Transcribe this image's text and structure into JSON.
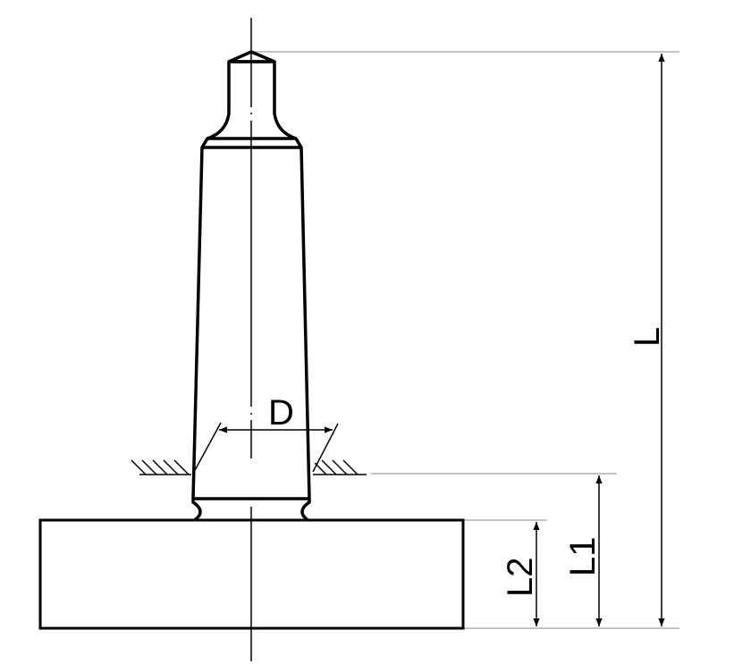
{
  "drawing": {
    "labels": {
      "D": "D",
      "L": "L",
      "L1": "L1",
      "L2": "L2"
    },
    "colors": {
      "outline": "#000000",
      "extension": "#a0a0a0"
    }
  }
}
